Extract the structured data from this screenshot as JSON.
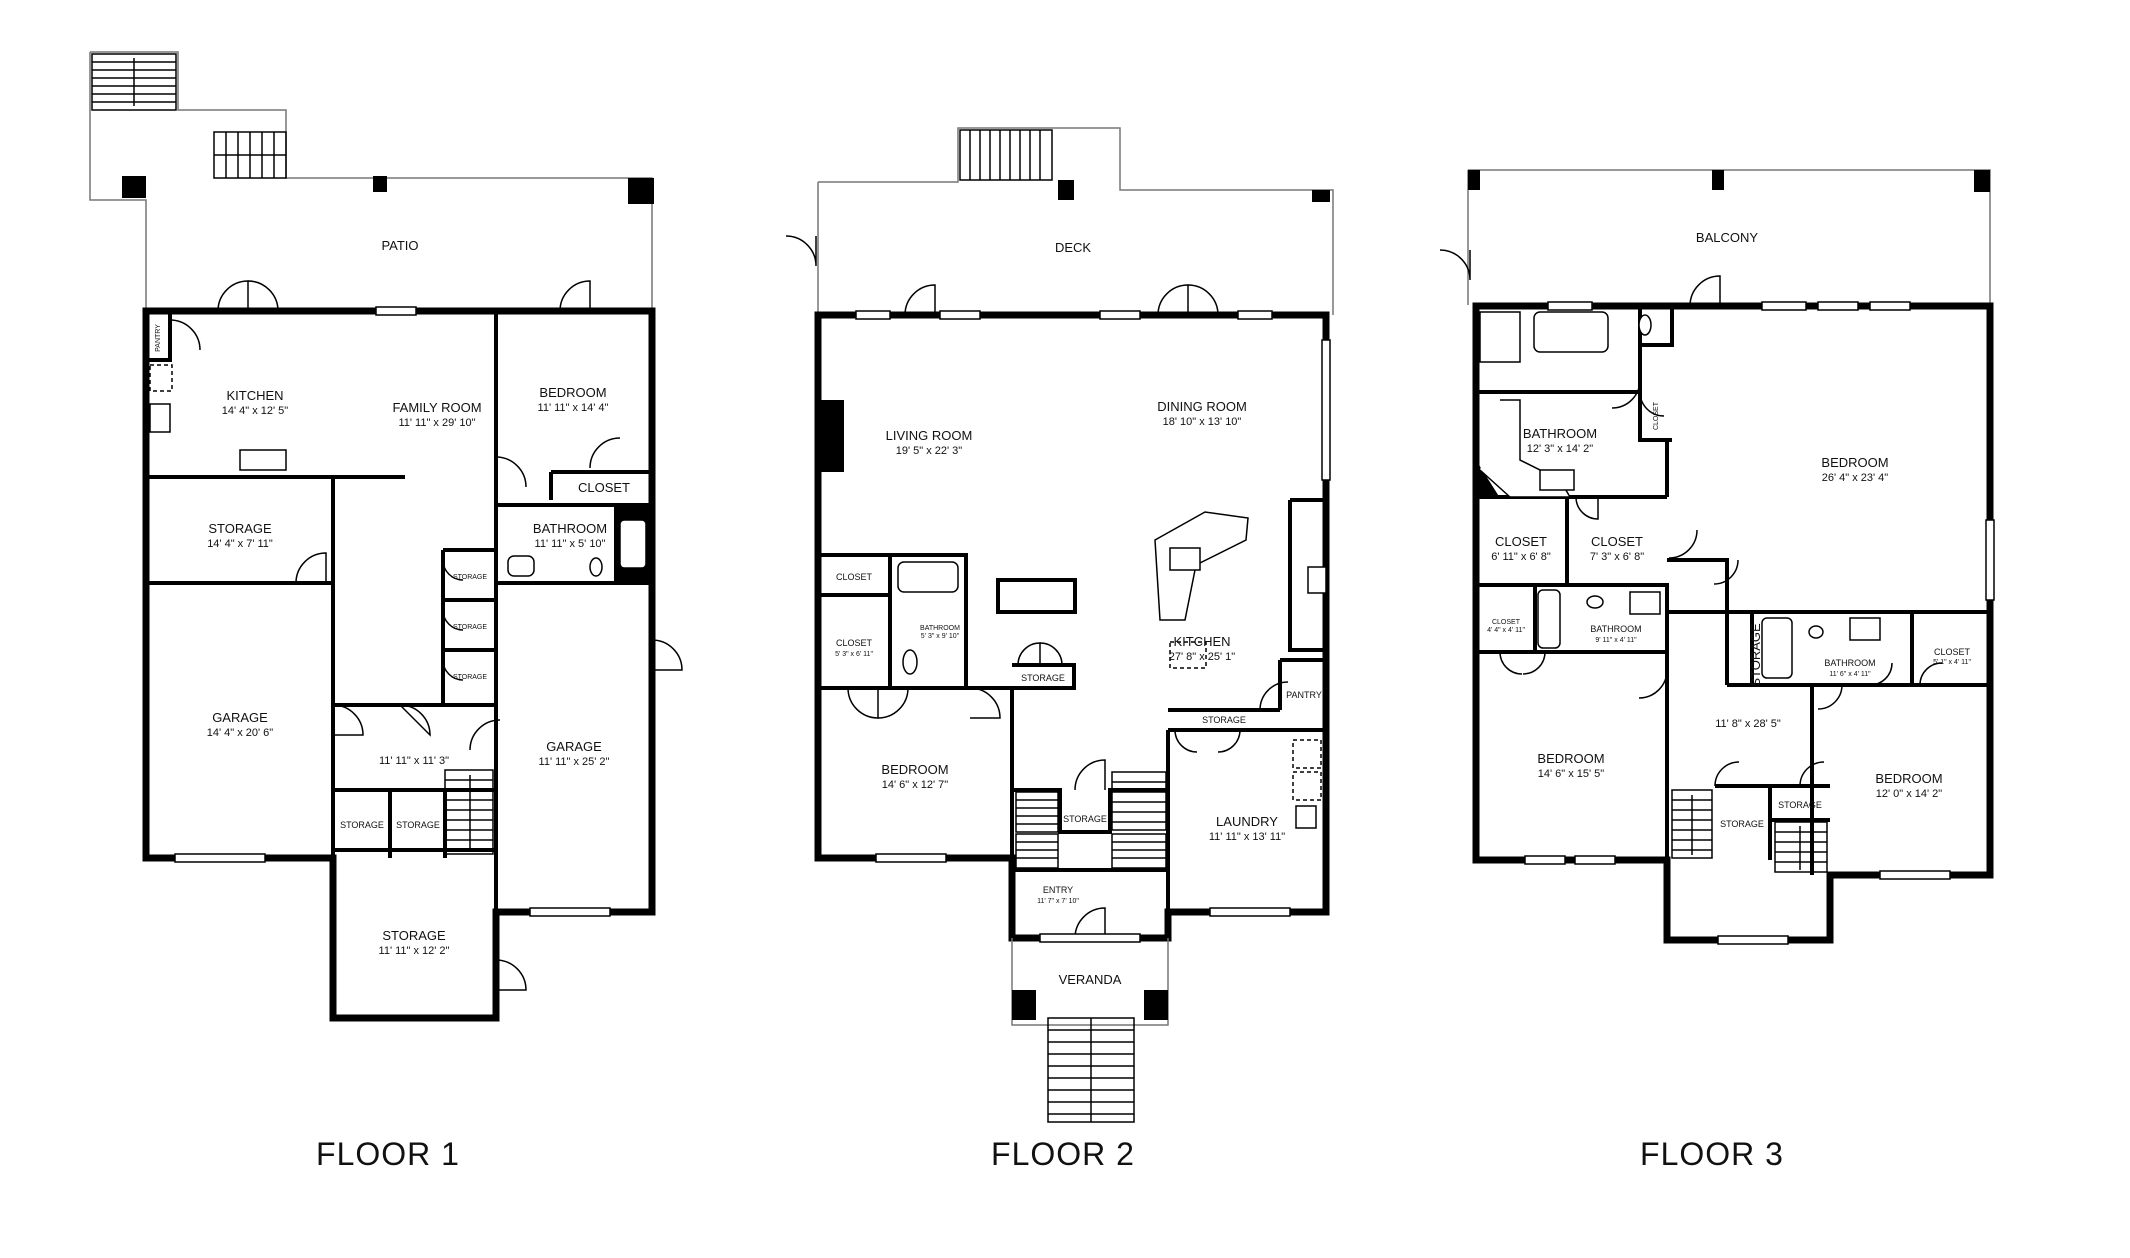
{
  "floors": [
    {
      "label": "FLOOR 1",
      "rooms": [
        {
          "name": "PATIO",
          "dim": ""
        },
        {
          "name": "PANTRY",
          "dim": ""
        },
        {
          "name": "KITCHEN",
          "dim": "14' 4\" x 12' 5\""
        },
        {
          "name": "FAMILY ROOM",
          "dim": "11' 11\" x 29' 10\""
        },
        {
          "name": "BEDROOM",
          "dim": "11' 11\" x 14' 4\""
        },
        {
          "name": "CLOSET",
          "dim": ""
        },
        {
          "name": "BATHROOM",
          "dim": "11' 11\" x 5' 10\""
        },
        {
          "name": "STORAGE",
          "dim": "14' 4\" x 7' 11\""
        },
        {
          "name": "STORAGE",
          "dim": ""
        },
        {
          "name": "STORAGE",
          "dim": ""
        },
        {
          "name": "STORAGE",
          "dim": ""
        },
        {
          "name": "GARAGE",
          "dim": "14' 4\" x 20' 6\""
        },
        {
          "name": "",
          "dim": "11' 11\" x 11' 3\""
        },
        {
          "name": "GARAGE",
          "dim": "11' 11\" x 25' 2\""
        },
        {
          "name": "STORAGE",
          "dim": ""
        },
        {
          "name": "STORAGE",
          "dim": ""
        },
        {
          "name": "STORAGE",
          "dim": "11' 11\" x 12' 2\""
        }
      ]
    },
    {
      "label": "FLOOR 2",
      "rooms": [
        {
          "name": "DECK",
          "dim": ""
        },
        {
          "name": "LIVING ROOM",
          "dim": "19' 5\" x 22' 3\""
        },
        {
          "name": "DINING ROOM",
          "dim": "18' 10\" x 13' 10\""
        },
        {
          "name": "CLOSET",
          "dim": ""
        },
        {
          "name": "CLOSET",
          "dim": "5' 3\" x 6' 11\""
        },
        {
          "name": "BATHROOM",
          "dim": "5' 3\" x 9' 10\""
        },
        {
          "name": "STORAGE",
          "dim": ""
        },
        {
          "name": "KITCHEN",
          "dim": "27' 8\" x 25' 1\""
        },
        {
          "name": "PANTRY",
          "dim": ""
        },
        {
          "name": "STORAGE",
          "dim": ""
        },
        {
          "name": "BEDROOM",
          "dim": "14' 6\" x 12' 7\""
        },
        {
          "name": "STORAGE",
          "dim": ""
        },
        {
          "name": "LAUNDRY",
          "dim": "11' 11\" x 13' 11\""
        },
        {
          "name": "ENTRY",
          "dim": "11' 7\" x 7' 10\""
        },
        {
          "name": "VERANDA",
          "dim": ""
        }
      ]
    },
    {
      "label": "FLOOR 3",
      "rooms": [
        {
          "name": "BALCONY",
          "dim": ""
        },
        {
          "name": "BATHROOM",
          "dim": "12' 3\" x 14' 2\""
        },
        {
          "name": "CLOSET",
          "dim": ""
        },
        {
          "name": "BEDROOM",
          "dim": "26' 4\" x 23' 4\""
        },
        {
          "name": "CLOSET",
          "dim": "6' 11\" x 6' 8\""
        },
        {
          "name": "CLOSET",
          "dim": "7' 3\" x 6' 8\""
        },
        {
          "name": "CLOSET",
          "dim": "4' 4\" x 4' 11\""
        },
        {
          "name": "BATHROOM",
          "dim": "9' 11\" x 4' 11\""
        },
        {
          "name": "STORAGE",
          "dim": ""
        },
        {
          "name": "BATHROOM",
          "dim": "11' 6\" x 4' 11\""
        },
        {
          "name": "CLOSET",
          "dim": "5' 1\" x 4' 11\""
        },
        {
          "name": "",
          "dim": "11' 8\" x 28' 5\""
        },
        {
          "name": "BEDROOM",
          "dim": "14' 6\" x 15' 5\""
        },
        {
          "name": "BEDROOM",
          "dim": "12' 0\" x 14' 2\""
        },
        {
          "name": "STORAGE",
          "dim": ""
        },
        {
          "name": "STORAGE",
          "dim": ""
        }
      ]
    }
  ]
}
